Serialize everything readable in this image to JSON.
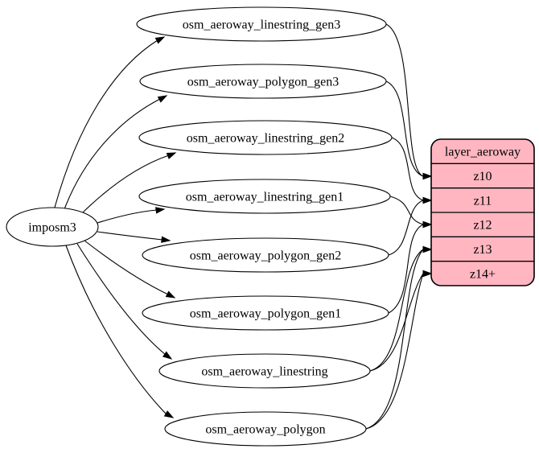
{
  "diagram": {
    "kind": "etl-graph",
    "colors": {
      "background": "#ffffff",
      "node_fill": "#ffffff",
      "node_stroke": "#000000",
      "edge": "#000000",
      "record_fill": "#ffb6c1"
    },
    "nodes": {
      "source": {
        "id": "imposm3",
        "label": "imposm3",
        "shape": "ellipse"
      },
      "tables": [
        {
          "id": "osm_aeroway_linestring_gen3",
          "label": "osm_aeroway_linestring_gen3"
        },
        {
          "id": "osm_aeroway_polygon_gen3",
          "label": "osm_aeroway_polygon_gen3"
        },
        {
          "id": "osm_aeroway_linestring_gen2",
          "label": "osm_aeroway_linestring_gen2"
        },
        {
          "id": "osm_aeroway_linestring_gen1",
          "label": "osm_aeroway_linestring_gen1"
        },
        {
          "id": "osm_aeroway_polygon_gen2",
          "label": "osm_aeroway_polygon_gen2"
        },
        {
          "id": "osm_aeroway_polygon_gen1",
          "label": "osm_aeroway_polygon_gen1"
        },
        {
          "id": "osm_aeroway_linestring",
          "label": "osm_aeroway_linestring"
        },
        {
          "id": "osm_aeroway_polygon",
          "label": "osm_aeroway_polygon"
        }
      ],
      "record": {
        "id": "layer_aeroway",
        "title": "layer_aeroway",
        "rows": [
          "z10",
          "z11",
          "z12",
          "z13",
          "z14+"
        ],
        "fill": "#ffb6c1",
        "shape": "rounded-record"
      }
    },
    "edges": {
      "source_to_tables": [
        {
          "from": "imposm3",
          "to": "osm_aeroway_linestring_gen3"
        },
        {
          "from": "imposm3",
          "to": "osm_aeroway_polygon_gen3"
        },
        {
          "from": "imposm3",
          "to": "osm_aeroway_linestring_gen2"
        },
        {
          "from": "imposm3",
          "to": "osm_aeroway_linestring_gen1"
        },
        {
          "from": "imposm3",
          "to": "osm_aeroway_polygon_gen2"
        },
        {
          "from": "imposm3",
          "to": "osm_aeroway_polygon_gen1"
        },
        {
          "from": "imposm3",
          "to": "osm_aeroway_linestring"
        },
        {
          "from": "imposm3",
          "to": "osm_aeroway_polygon"
        }
      ],
      "tables_to_record": [
        {
          "from": "osm_aeroway_linestring_gen3",
          "to_row": "z10"
        },
        {
          "from": "osm_aeroway_polygon_gen3",
          "to_row": "z10"
        },
        {
          "from": "osm_aeroway_linestring_gen2",
          "to_row": "z11"
        },
        {
          "from": "osm_aeroway_polygon_gen2",
          "to_row": "z11"
        },
        {
          "from": "osm_aeroway_linestring_gen1",
          "to_row": "z12"
        },
        {
          "from": "osm_aeroway_polygon_gen1",
          "to_row": "z12"
        },
        {
          "from": "osm_aeroway_linestring",
          "to_row": "z13"
        },
        {
          "from": "osm_aeroway_polygon",
          "to_row": "z13"
        },
        {
          "from": "osm_aeroway_linestring",
          "to_row": "z14+"
        },
        {
          "from": "osm_aeroway_polygon",
          "to_row": "z14+"
        }
      ]
    }
  }
}
